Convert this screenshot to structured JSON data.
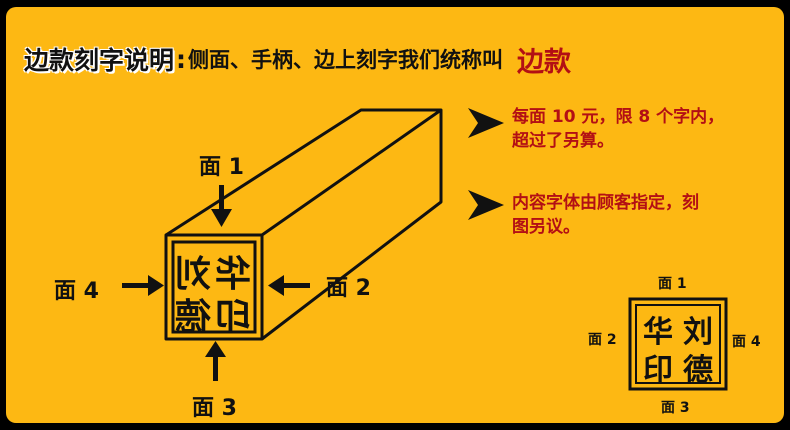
{
  "header": {
    "title": "边款刻字说明",
    "colon": ":",
    "description": "侧面、手柄、边上刻字我们统称叫",
    "emphasis": "边款"
  },
  "notes": [
    {
      "line1": "每面 10 元，限 8 个字内，",
      "line2": "超过了另算。"
    },
    {
      "line1": "内容字体由顾客指定，刻",
      "line2": "图另议。"
    }
  ],
  "block_diagram": {
    "face_labels": {
      "top": "面 1",
      "right": "面 2",
      "bottom": "面 3",
      "left": "面 4"
    },
    "seal_characters": [
      "华",
      "刘",
      "印",
      "德"
    ]
  },
  "small_diagram": {
    "face_labels": {
      "top": "面 1",
      "left": "面 2",
      "bottom": "面 3",
      "right": "面 4"
    },
    "seal_characters": [
      "华",
      "刘",
      "印",
      "德"
    ]
  },
  "colors": {
    "background": "#fdb813",
    "emphasis_red": "#b30f14",
    "ink": "#111111"
  }
}
